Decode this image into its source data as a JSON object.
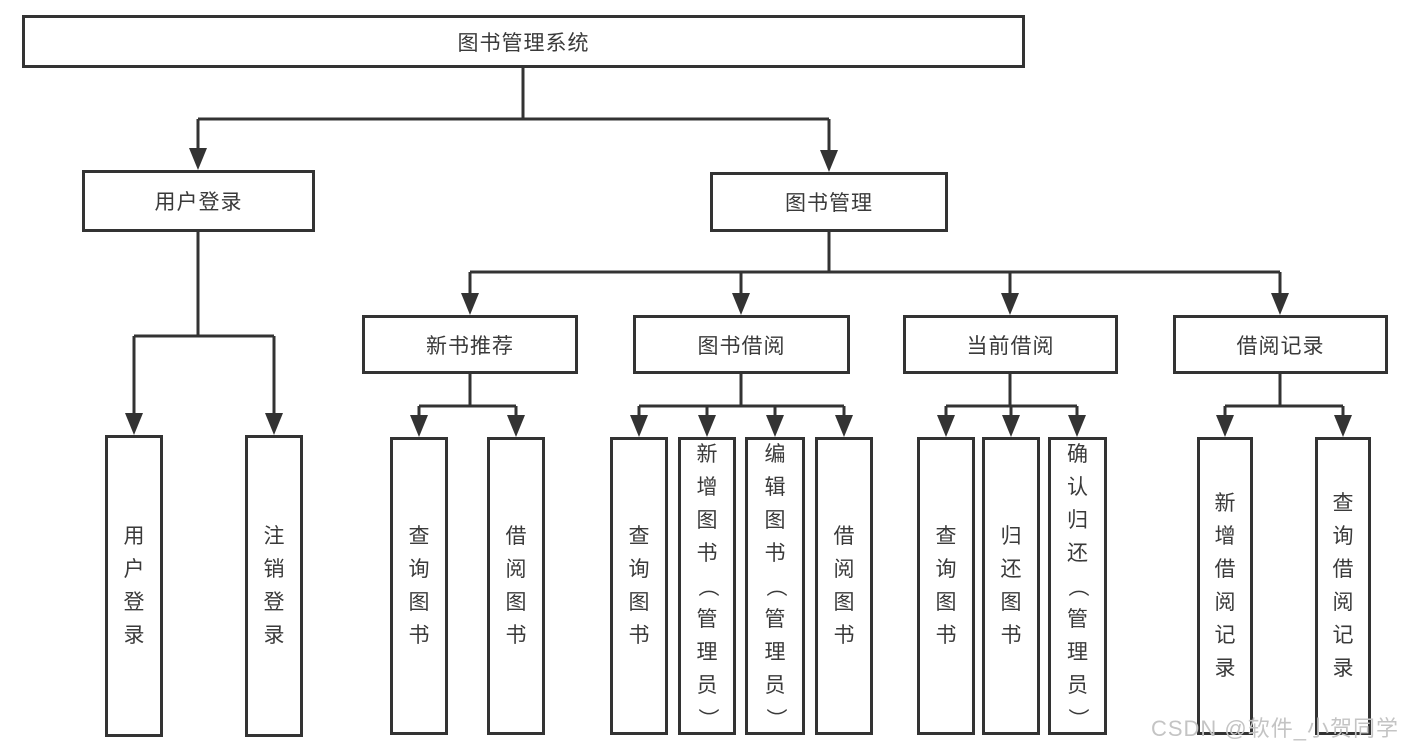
{
  "diagram": {
    "root": {
      "label": "图书管理系统"
    },
    "level1": [
      {
        "label": "用户登录"
      },
      {
        "label": "图书管理"
      }
    ],
    "level2": [
      {
        "label": "新书推荐"
      },
      {
        "label": "图书借阅"
      },
      {
        "label": "当前借阅"
      },
      {
        "label": "借阅记录"
      }
    ],
    "leaves": {
      "user_login": [
        "用户登录",
        "注销登录"
      ],
      "new_book": [
        "查询图书",
        "借阅图书"
      ],
      "book_borrow": [
        "查询图书",
        "新增图书（管理员）",
        "编辑图书（管理员）",
        "借阅图书"
      ],
      "current_borrow": [
        "查询图书",
        "归还图书",
        "确认归还（管理员）"
      ],
      "borrow_record": [
        "新增借阅记录",
        "查询借阅记录"
      ]
    }
  },
  "watermark": {
    "text": "CSDN @软件_小贺同学"
  },
  "colors": {
    "line": "#333333",
    "text": "#3a3a3a",
    "watermark": "#c4c4c4",
    "background": "#ffffff"
  }
}
